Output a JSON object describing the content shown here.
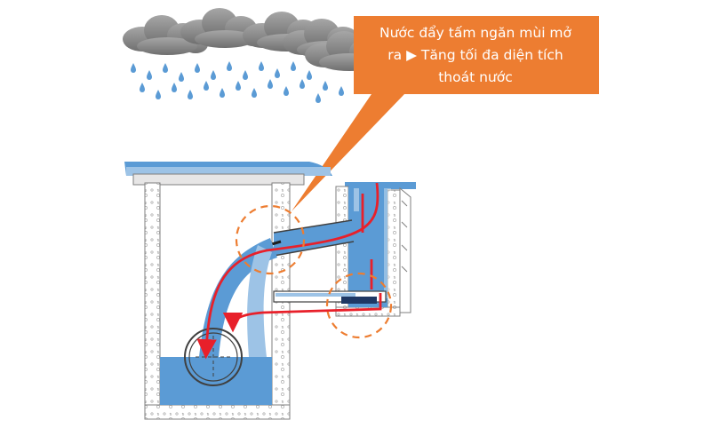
{
  "callout": {
    "line1": "Nước đẩy tấm ngăn mùi mở",
    "line2": "ra ▶ Tăng tối đa diện tích",
    "line3": "thoát nước",
    "fill_color": "#ed7d31"
  },
  "colors": {
    "water": "#5b9bd5",
    "water_light": "#9dc3e6",
    "flow_arrow": "#e8202a",
    "highlight_circle": "#ed7d31",
    "concrete": "#d9d9d9",
    "cloud": "#8c8c8c",
    "rain": "#5b9bd5"
  },
  "icons": [
    "cloud-icon",
    "raindrop-icon",
    "arrow-icon"
  ]
}
